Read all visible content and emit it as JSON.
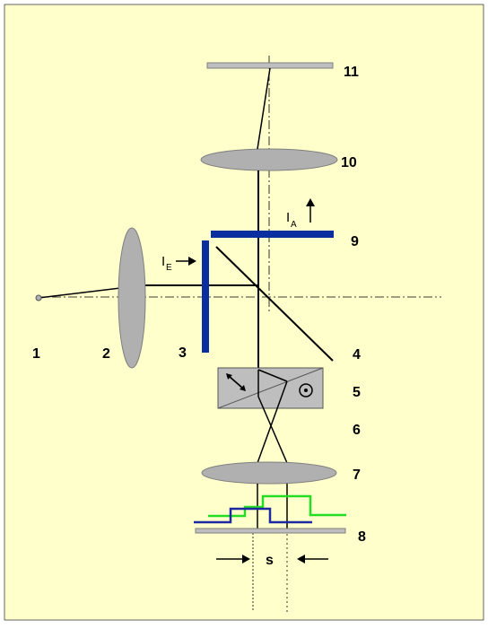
{
  "diagram": {
    "labels": {
      "n1": "1",
      "n2": "2",
      "n3": "3",
      "n4": "4",
      "n5": "5",
      "n6": "6",
      "n7": "7",
      "n8": "8",
      "n9": "9",
      "n10": "10",
      "n11": "11"
    },
    "intensity_in": {
      "main": "I",
      "sub": "E"
    },
    "intensity_out": {
      "main": "I",
      "sub": "A"
    },
    "shear": "s"
  },
  "colors": {
    "background": "#FFFFCC",
    "frame": "#666666",
    "lens": "#B0B0B0",
    "lens_stroke": "#808080",
    "polarizer": "#0A2DA0",
    "prism": "#BEBEBE",
    "green_signal": "#22DD22",
    "blue_signal": "#1E28A0"
  }
}
